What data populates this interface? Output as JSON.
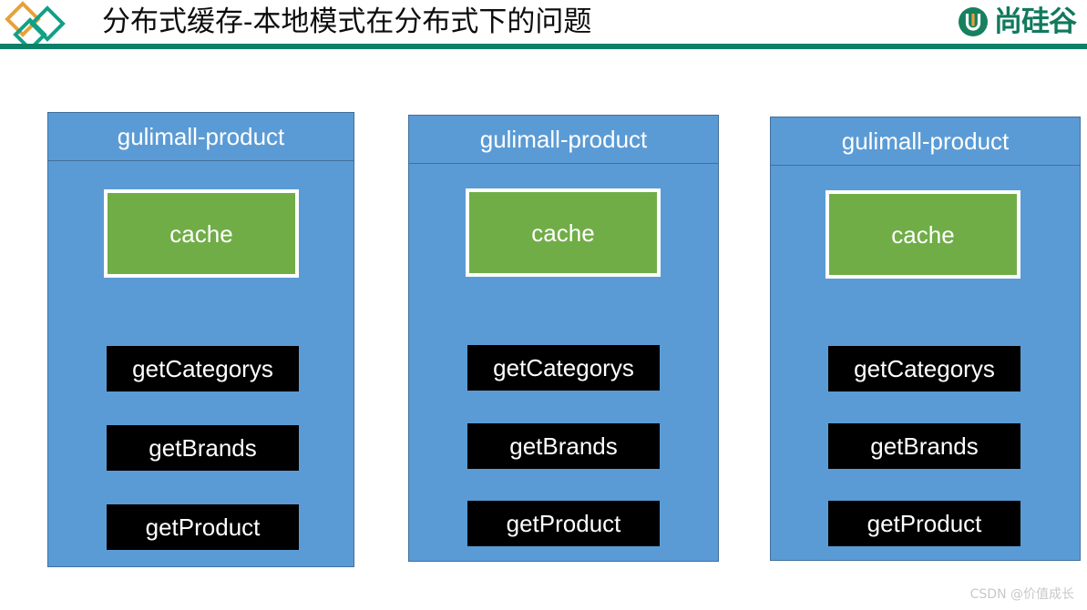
{
  "header": {
    "title": "分布式缓存-本地模式在分布式下的问题",
    "logo_left_icon": "three-diamonds-logo",
    "brand_mark_icon": "atguigu-u-mark",
    "brand_text": "尚硅谷",
    "rule_color": "#0e8068",
    "diamond_orange": "#E8A13A",
    "diamond_teal": "#12A086"
  },
  "diagram": {
    "box_fill": "#5B9BD5",
    "box_border": "#41719C",
    "cache_fill": "#70AD47",
    "button_fill": "#000000",
    "columns": [
      {
        "title": "gulimall-product",
        "cache_label": "cache",
        "buttons": [
          "getCategorys",
          "getBrands",
          "getProduct"
        ]
      },
      {
        "title": "gulimall-product",
        "cache_label": "cache",
        "buttons": [
          "getCategorys",
          "getBrands",
          "getProduct"
        ]
      },
      {
        "title": "gulimall-product",
        "cache_label": "cache",
        "buttons": [
          "getCategorys",
          "getBrands",
          "getProduct"
        ]
      }
    ]
  },
  "watermark": {
    "text": "CSDN @价值成长"
  }
}
